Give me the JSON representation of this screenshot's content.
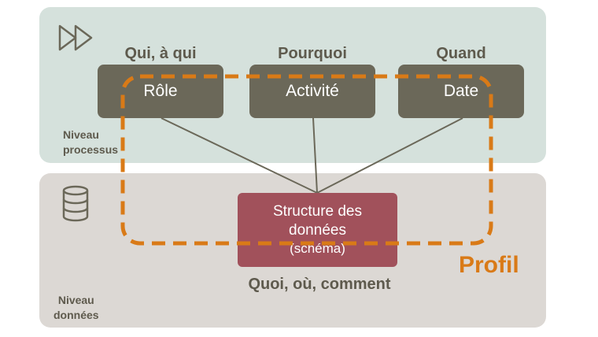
{
  "levels": {
    "process_label_line1": "Niveau",
    "process_label_line2": "processus",
    "data_label_line1": "Niveau",
    "data_label_line2": "données"
  },
  "questions": {
    "who": "Qui, à qui",
    "why": "Pourquoi",
    "when": "Quand",
    "what_where_how": "Quoi, où, comment"
  },
  "boxes": {
    "role": "Rôle",
    "activity": "Activité",
    "date": "Date",
    "structure_line1": "Structure des",
    "structure_line2": "données",
    "structure_line3": "(schéma)"
  },
  "profile_label": "Profil",
  "icons": {
    "process": "fast-forward-icon",
    "data": "database-icon"
  },
  "colors": {
    "process_panel": "#d5e1dc",
    "data_panel": "#dcd8d4",
    "box": "#6b6859",
    "structure_box": "#a1515b",
    "profile_accent": "#d97a17",
    "text": "#5e5a4d"
  }
}
